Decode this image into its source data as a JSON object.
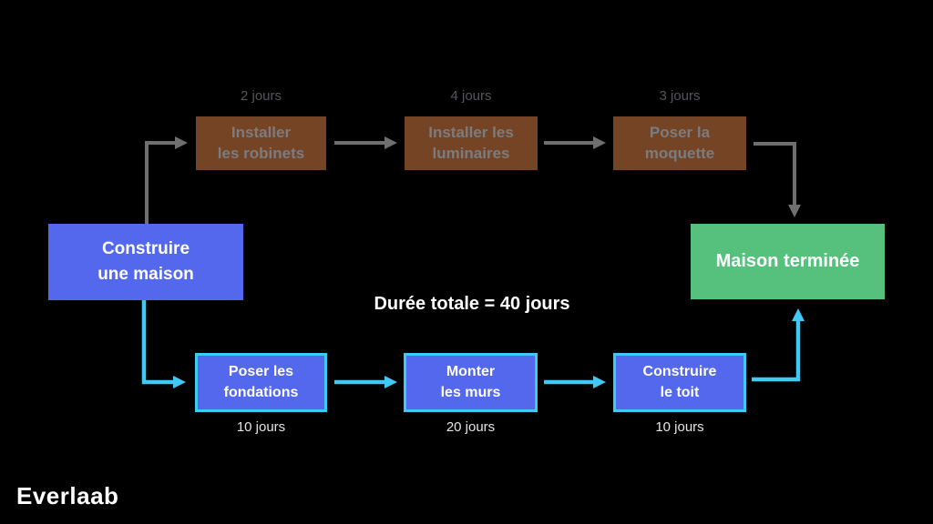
{
  "diagram": {
    "summary": "Durée totale = 40 jours",
    "logo": "Everlaab",
    "start": {
      "label": "Construire\nune maison"
    },
    "end": {
      "label": "Maison terminée"
    },
    "top_path": [
      {
        "label": "Installer\nles robinets",
        "duration": "2 jours"
      },
      {
        "label": "Installer les\nluminaires",
        "duration": "4 jours"
      },
      {
        "label": "Poser la\nmoquette",
        "duration": "3 jours"
      }
    ],
    "bottom_path": [
      {
        "label": "Poser les\nfondations",
        "duration": "10 jours"
      },
      {
        "label": "Monter\nles murs",
        "duration": "20 jours"
      },
      {
        "label": "Construire\nle toit",
        "duration": "10 jours"
      }
    ],
    "colors": {
      "background": "#000000",
      "secondary_task_fill": "#744425",
      "secondary_task_text": "#7b7c80",
      "secondary_duration_text": "#56565a",
      "secondary_arrow": "#6f6f6f",
      "primary_node_fill": "#5468ee",
      "critical_border": "#41c9f5",
      "critical_arrow": "#41c9f5",
      "critical_duration_text": "#e5e5e5",
      "end_node_fill": "#55c17d",
      "node_text": "#ffffff"
    }
  }
}
